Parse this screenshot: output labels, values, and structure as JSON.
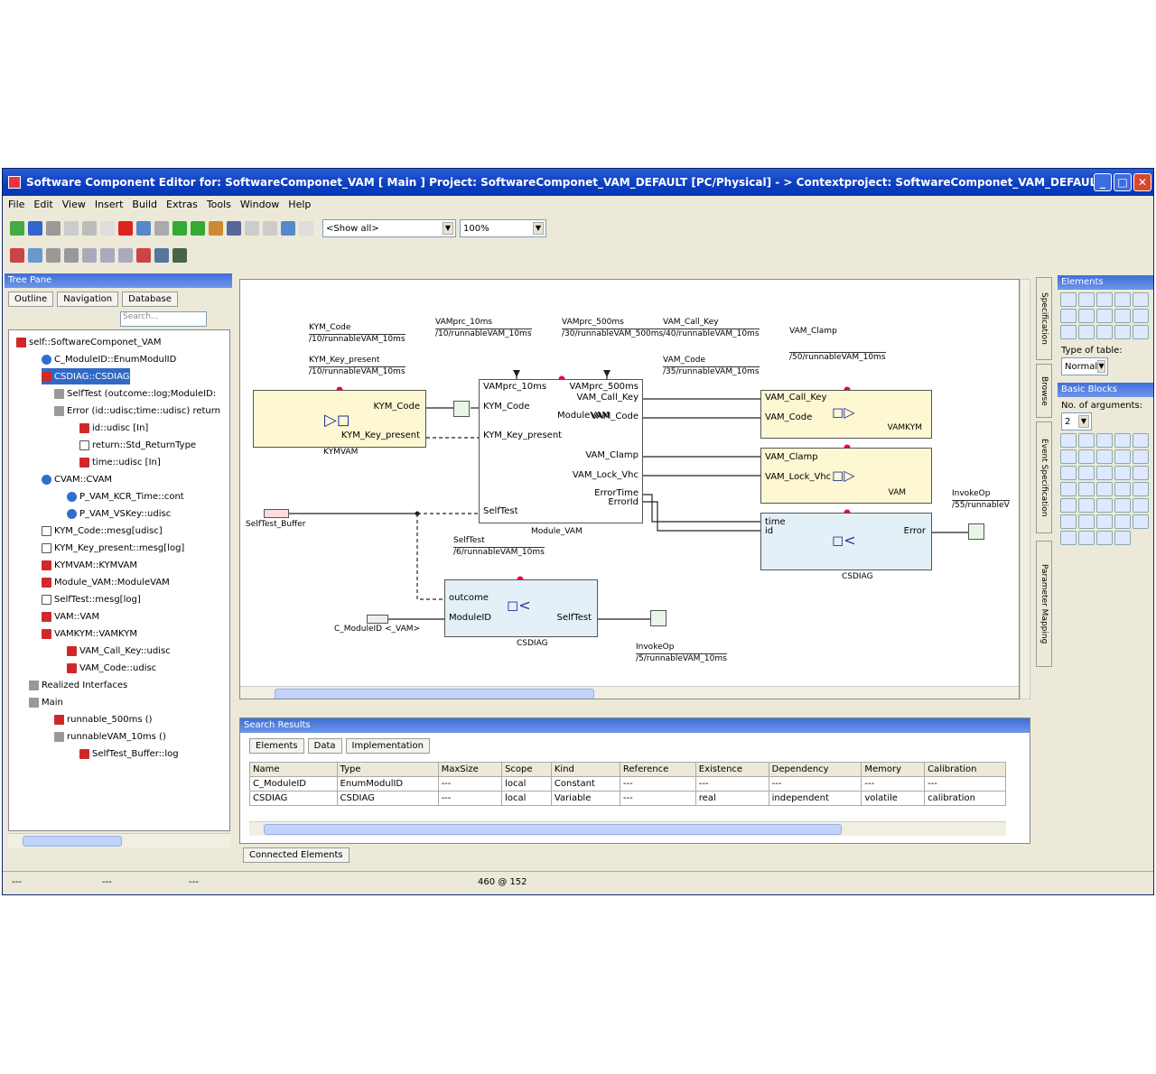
{
  "window": {
    "title": "Software Component Editor for: SoftwareComponet_VAM [ Main ] Project: SoftwareComponet_VAM_DEFAULT [PC/Physical] - > Contextproject: SoftwareComponet_VAM_DEFAULT"
  },
  "menu": [
    "File",
    "Edit",
    "View",
    "Insert",
    "Build",
    "Extras",
    "Tools",
    "Window",
    "Help"
  ],
  "toolbar": {
    "filter_value": "<Show all>",
    "zoom_value": "100%"
  },
  "tree_pane": {
    "title": "Tree Pane",
    "tabs": [
      "Outline",
      "Navigation",
      "Database"
    ],
    "search_placeholder": "Search...",
    "items": [
      {
        "label": "self::SoftwareComponet_VAM",
        "indent": 0,
        "icon": "red"
      },
      {
        "label": "C_ModuleID::EnumModulID",
        "indent": 2,
        "icon": "blue"
      },
      {
        "label": "CSDIAG::CSDIAG",
        "indent": 2,
        "icon": "red"
      },
      {
        "label": "SelfTest (outcome::log;ModuleID:",
        "indent": 3,
        "icon": "gray"
      },
      {
        "label": "Error (id::udisc;time::udisc) return",
        "indent": 3,
        "icon": "gray"
      },
      {
        "label": "id::udisc [In]",
        "indent": 5,
        "icon": "red"
      },
      {
        "label": "return::Std_ReturnType",
        "indent": 5,
        "icon": "env"
      },
      {
        "label": "time::udisc [In]",
        "indent": 5,
        "icon": "red"
      },
      {
        "label": "CVAM::CVAM",
        "indent": 2,
        "icon": "blue"
      },
      {
        "label": "P_VAM_KCR_Time::cont",
        "indent": 4,
        "icon": "blue"
      },
      {
        "label": "P_VAM_VSKey::udisc",
        "indent": 4,
        "icon": "blue"
      },
      {
        "label": "KYM_Code::mesg[udisc]",
        "indent": 2,
        "icon": "env"
      },
      {
        "label": "KYM_Key_present::mesg[log]",
        "indent": 2,
        "icon": "env"
      },
      {
        "label": "KYMVAM::KYMVAM",
        "indent": 2,
        "icon": "red"
      },
      {
        "label": "Module_VAM::ModuleVAM",
        "indent": 2,
        "icon": "red"
      },
      {
        "label": "SelfTest::mesg[log]",
        "indent": 2,
        "icon": "env"
      },
      {
        "label": "VAM::VAM",
        "indent": 2,
        "icon": "red"
      },
      {
        "label": "VAMKYM::VAMKYM",
        "indent": 2,
        "icon": "red"
      },
      {
        "label": "VAM_Call_Key::udisc",
        "indent": 4,
        "icon": "red"
      },
      {
        "label": "VAM_Code::udisc",
        "indent": 4,
        "icon": "red"
      },
      {
        "label": "Realized Interfaces",
        "indent": 1,
        "icon": "gray"
      },
      {
        "label": "Main",
        "indent": 1,
        "icon": "gray"
      },
      {
        "label": "runnable_500ms ()",
        "indent": 3,
        "icon": "red"
      },
      {
        "label": "runnableVAM_10ms ()",
        "indent": 3,
        "icon": "gray"
      },
      {
        "label": "SelfTest_Buffer::log",
        "indent": 5,
        "icon": "red"
      }
    ]
  },
  "diagram": {
    "labels": [
      {
        "name": "KYM_Code",
        "path": "/10/runnableVAM_10ms"
      },
      {
        "name": "KYM_Key_present",
        "path": "/10/runnableVAM_10ms"
      },
      {
        "name": "VAMprc_10ms",
        "path": "/10/runnableVAM_10ms"
      },
      {
        "name": "VAMprc_500ms",
        "path": "/30/runnableVAM_500ms"
      },
      {
        "name": "VAM_Call_Key",
        "path": "/40/runnableVAM_10ms"
      },
      {
        "name": "VAM_Code",
        "path": "/35/runnableVAM_10ms"
      },
      {
        "name": "VAM_Clamp",
        "path": "/50/runnableVAM_10ms"
      },
      {
        "name": "SelfTest",
        "path": "/6/runnableVAM_10ms"
      },
      {
        "name": "InvokeOp",
        "path": "/55/runnableV"
      },
      {
        "name": "InvokeOp",
        "path": "/5/runnableVAM_10ms"
      }
    ],
    "kymvam": {
      "name": "KYMVAM",
      "out1": "KYM_Code",
      "out2": "KYM_Key_present"
    },
    "module": {
      "name": "Module_VAM",
      "in1": "VAMprc_10ms",
      "in2": "VAMprc_500ms",
      "in3": "KYM_Code",
      "in4": "KYM_Key_present",
      "in5": "SelfTest",
      "out1": "VAM_Call_Key",
      "out2": "VAM_Code",
      "out3": "VAM_Clamp",
      "out4": "VAM_Lock_Vhc",
      "out5": "ErrorTime",
      "out6": "ErrorId",
      "inner": "ModuleVAM"
    },
    "vamkym": {
      "name": "VAMKYM",
      "in1": "VAM_Call_Key",
      "in2": "VAM_Code"
    },
    "vam": {
      "name": "VAM",
      "in1": "VAM_Clamp",
      "in2": "VAM_Lock_Vhc"
    },
    "csdiag1": {
      "name": "CSDIAG",
      "in1": "time",
      "in2": "id",
      "out": "Error"
    },
    "csdiag2": {
      "name": "CSDIAG",
      "in1": "outcome",
      "in2": "ModuleID",
      "out": "SelfTest"
    },
    "selftest_buffer": "SelfTest_Buffer",
    "c_moduleid": "C_ModuleID <_VAM>"
  },
  "elements_panel": {
    "title": "Elements",
    "type_label": "Type of table:",
    "type_value": "Normal",
    "basic_blocks": "Basic Blocks",
    "args_label": "No. of arguments:",
    "args_value": "2"
  },
  "vtabs": [
    "Specification",
    "Browse",
    "Event Specification",
    "Parameter Mapping"
  ],
  "search_results": {
    "title": "Search Results",
    "tabs": [
      "Elements",
      "Data",
      "Implementation"
    ],
    "columns": [
      "Name",
      "Type",
      "MaxSize",
      "Scope",
      "Kind",
      "Reference",
      "Existence",
      "Dependency",
      "Memory",
      "Calibration"
    ],
    "rows": [
      [
        "C_ModuleID",
        "EnumModulID",
        "---",
        "local",
        "Constant",
        "---",
        "---",
        "---",
        "---",
        "---"
      ],
      [
        "CSDIAG",
        "CSDIAG",
        "---",
        "local",
        "Variable",
        "---",
        "real",
        "independent",
        "volatile",
        "calibration"
      ]
    ],
    "bottom_tab": "Connected Elements"
  },
  "status": {
    "coords": "460 @ 152",
    "s1": "---",
    "s2": "---",
    "s3": "---"
  },
  "colors": {
    "title": "#0a3dc0",
    "block_yellow": "#fdf7d2",
    "block_blue": "#e4f0f7",
    "accent_red": "#d02828"
  }
}
